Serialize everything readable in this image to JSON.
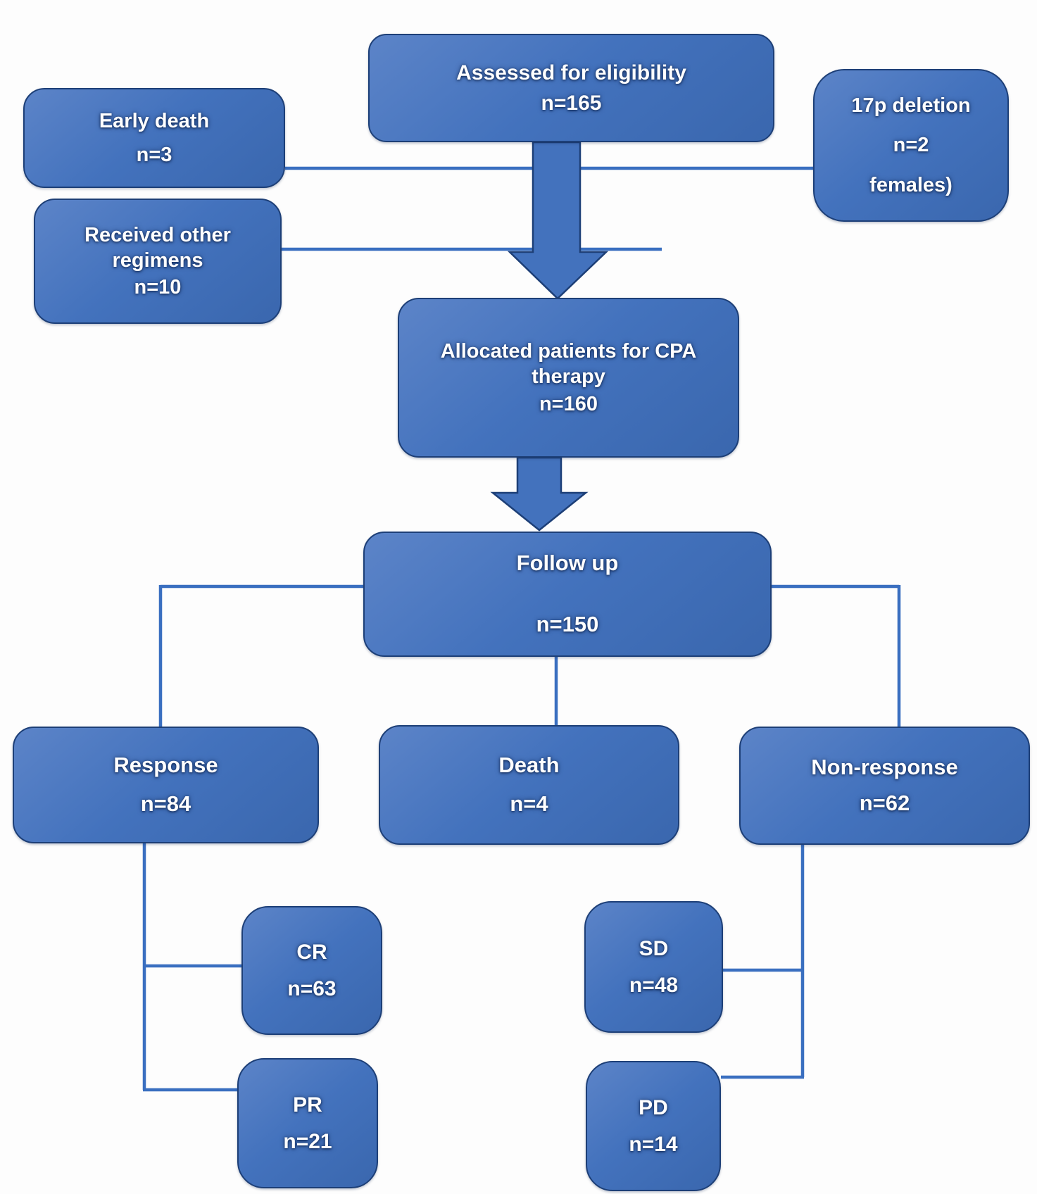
{
  "nodes": {
    "assessed": {
      "label": "Assessed for eligibility",
      "n": "n=165"
    },
    "early_death": {
      "label": "Early death",
      "n": "n=3"
    },
    "deletion_17p": {
      "label": "17p deletion",
      "n": "n=2",
      "extra": "females)"
    },
    "received_other": {
      "label": "Received other regimens",
      "n": "n=10"
    },
    "allocated": {
      "label": "Allocated patients for CPA therapy",
      "n": "n=160"
    },
    "follow_up": {
      "label": "Follow up",
      "n": "n=150"
    },
    "response": {
      "label": "Response",
      "n": "n=84"
    },
    "death": {
      "label": "Death",
      "n": "n=4"
    },
    "non_response": {
      "label": "Non-response",
      "n": "n=62"
    },
    "cr": {
      "label": "CR",
      "n": "n=63"
    },
    "sd": {
      "label": "SD",
      "n": "n=48"
    },
    "pr": {
      "label": "PR",
      "n": "n=21"
    },
    "pd": {
      "label": "PD",
      "n": "n=14"
    }
  },
  "edges": [
    {
      "from": "assessed",
      "to": "early_death",
      "type": "line"
    },
    {
      "from": "assessed",
      "to": "deletion_17p",
      "type": "line"
    },
    {
      "from": "assessed",
      "to": "received_other",
      "type": "line"
    },
    {
      "from": "assessed",
      "to": "allocated",
      "type": "block-arrow"
    },
    {
      "from": "allocated",
      "to": "follow_up",
      "type": "block-arrow"
    },
    {
      "from": "follow_up",
      "to": "response",
      "type": "line"
    },
    {
      "from": "follow_up",
      "to": "death",
      "type": "line"
    },
    {
      "from": "follow_up",
      "to": "non_response",
      "type": "line"
    },
    {
      "from": "response",
      "to": "cr",
      "type": "line"
    },
    {
      "from": "response",
      "to": "pr",
      "type": "line"
    },
    {
      "from": "non_response",
      "to": "sd",
      "type": "line"
    },
    {
      "from": "non_response",
      "to": "pd",
      "type": "line"
    }
  ],
  "colors": {
    "box_fill": "#4372bd",
    "box_fill_light": "#5c84c8",
    "box_fill_dark": "#3a67ae",
    "box_border": "#1d3f77",
    "line": "#3a6fc0",
    "text": "#ffffff"
  }
}
